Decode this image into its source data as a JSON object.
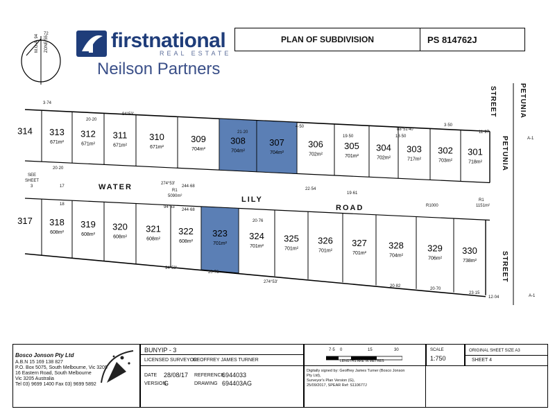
{
  "header": {
    "plan_title": "PLAN OF SUBDIVISION",
    "plan_number": "PS 814762J",
    "brand_first": "first",
    "brand_national": "national",
    "brand_realestate": "REAL ESTATE",
    "brand_partners": "Neilson Partners"
  },
  "compass": {
    "north": "72",
    "mga": "M.G.A. 94",
    "zone": "ZONE 55"
  },
  "streets": {
    "water_lily_1": "WATER",
    "water_lily_2": "LILY",
    "water_lily_3": "ROAD",
    "petunia_top_1": "PETUNIA",
    "petunia_top_2": "STREET",
    "petunia_side_1": "PETUNIA",
    "petunia_side_2": "STREET",
    "see_sheet_1": "SEE",
    "see_sheet_2": "SHEET",
    "see_sheet_3": "3"
  },
  "road_reserve": {
    "label": "R1",
    "area": "5090m²"
  },
  "corner_reserve": {
    "label": "R1",
    "area": "1151m²"
  },
  "lots_north": [
    {
      "num": "314",
      "area": "",
      "highlight": false
    },
    {
      "num": "313",
      "area": "671m²",
      "highlight": false
    },
    {
      "num": "312",
      "area": "671m²",
      "highlight": false
    },
    {
      "num": "311",
      "area": "671m²",
      "highlight": false
    },
    {
      "num": "310",
      "area": "671m²",
      "highlight": false
    },
    {
      "num": "309",
      "area": "704m²",
      "highlight": false
    },
    {
      "num": "308",
      "area": "704m²",
      "highlight": true
    },
    {
      "num": "307",
      "area": "704m²",
      "highlight": true
    },
    {
      "num": "306",
      "area": "702m²",
      "highlight": false
    },
    {
      "num": "305",
      "area": "701m²",
      "highlight": false
    },
    {
      "num": "304",
      "area": "702m²",
      "highlight": false
    },
    {
      "num": "303",
      "area": "717m²",
      "highlight": false
    },
    {
      "num": "302",
      "area": "703m²",
      "highlight": false
    },
    {
      "num": "301",
      "area": "718m²",
      "highlight": false
    }
  ],
  "lots_south": [
    {
      "num": "317",
      "area": "",
      "highlight": false
    },
    {
      "num": "318",
      "area": "608m²",
      "highlight": false
    },
    {
      "num": "319",
      "area": "608m²",
      "highlight": false
    },
    {
      "num": "320",
      "area": "608m²",
      "highlight": false
    },
    {
      "num": "321",
      "area": "608m²",
      "highlight": false
    },
    {
      "num": "322",
      "area": "608m²",
      "highlight": false
    },
    {
      "num": "323",
      "area": "701m²",
      "highlight": true
    },
    {
      "num": "324",
      "area": "701m²",
      "highlight": false
    },
    {
      "num": "325",
      "area": "701m²",
      "highlight": false
    },
    {
      "num": "326",
      "area": "701m²",
      "highlight": false
    },
    {
      "num": "327",
      "area": "701m²",
      "highlight": false
    },
    {
      "num": "328",
      "area": "704m²",
      "highlight": false
    },
    {
      "num": "329",
      "area": "706m²",
      "highlight": false
    },
    {
      "num": "330",
      "area": "738m²",
      "highlight": false
    }
  ],
  "dimensions": {
    "d_2020": "20·20",
    "d_2120": "21·20",
    "d_1950": "19·50",
    "d_1850": "18·50",
    "d_18": "18",
    "d_17": "17",
    "d_2076": "20·76",
    "d_2254": "22·54",
    "d_1961": "19·61",
    "d_2082": "20·82",
    "d_2070": "20·70",
    "d_2315": "23·15",
    "d_1197": "11·97",
    "d_1204": "12·04",
    "d_450": "4·50",
    "d_350": "3·50",
    "d_374": "3·74",
    "b_9453": "94°53'",
    "b_27453": "274°53'",
    "b_8851": "88°51'40\"",
    "b_24468": "244·68",
    "b_r1000": "R1000",
    "a1": "A-1"
  },
  "title_block": {
    "company": "Bosco Jonson Pty Ltd",
    "abn": "A.B.N 15 169 138 827",
    "address1": "P.O. Box 5075, South Melbourne, Vic 3205",
    "address2": "16 Eastern Road, South Melbourne",
    "address3": "Vic 3205 Australia",
    "phone": "Tel 03) 9699 1400 Fax 03) 9699 5892",
    "project": "BUNYIP - 3",
    "surveyor_label": "LICENSED SURVEYOR",
    "surveyor": "GEOFFREY JAMES TURNER",
    "date_label": "DATE",
    "date": "28/08/17",
    "reference_label": "REFERENCE",
    "reference": "6944033",
    "version_label": "VERSION",
    "version": "G",
    "drawing_label": "DRAWING",
    "drawing": "694403AG",
    "scale_ticks": [
      "7·5",
      "0",
      "15",
      "30"
    ],
    "scale_units": "LENGTHS ARE IN METRES",
    "scale_label": "SCALE",
    "scale": "1:750",
    "sheet_size_label": "ORIGINAL SHEET SIZE A3",
    "sheet": "SHEET 4",
    "digital1": "Digitally signed by: Geoffrey James Turner (Bosco Jonson",
    "digital2": "Pty Ltd),",
    "digital3": "Surveyor's Plan Version (G),",
    "digital4": "25/09/2017, SPEAR Ref: S110677J"
  }
}
